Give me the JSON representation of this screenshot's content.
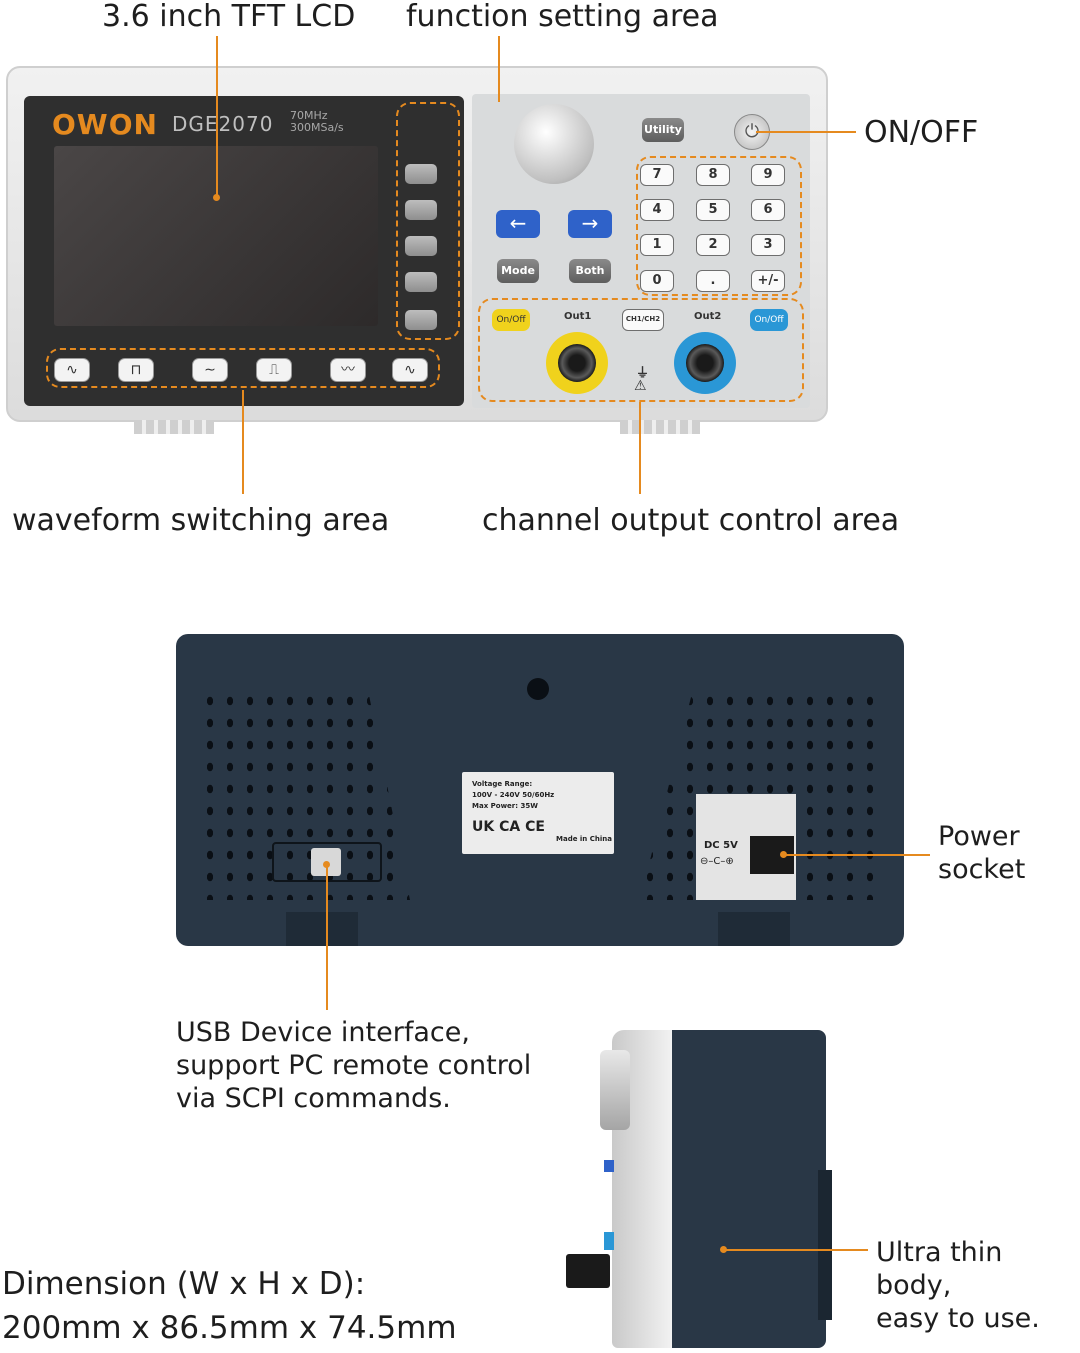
{
  "callouts": {
    "lcd": "3.6 inch TFT LCD",
    "function_area": "function setting area",
    "on_off": "ON/OFF",
    "waveform_area": "waveform switching area",
    "channel_area": "channel output control area",
    "power_socket": "Power\nsocket",
    "usb": "USB Device interface,\nsupport PC remote control\nvia SCPI commands.",
    "thin_body": "Ultra thin body,\neasy to use.",
    "dimension": "Dimension (W x H x D):\n200mm x 86.5mm x 74.5mm"
  },
  "device": {
    "brand": "OWON",
    "model": "DGE2070",
    "spec": "70MHz\n300MSa/s"
  },
  "keys": {
    "utility": "Utility",
    "mode": "Mode",
    "both": "Both",
    "numpad": [
      "7",
      "8",
      "9",
      "4",
      "5",
      "6",
      "1",
      "2",
      "3",
      "0",
      ".",
      "+/-"
    ],
    "left_arrow": "←",
    "right_arrow": "→",
    "ch1_onoff": "On/Off",
    "ch2_onoff": "On/Off",
    "ch_switch": "CH1/CH2",
    "out1": "Out1",
    "out2": "Out2",
    "power_symbol": "⏻",
    "ground_symbol": "⏚",
    "warning_symbol": "⚠",
    "waveforms": [
      "∿",
      "⊓",
      "∼",
      "⎍",
      "〰",
      "∿"
    ]
  },
  "rear_label": {
    "voltage_range": "Voltage Range:",
    "voltage_value": "100V - 240V   50/60Hz",
    "max_power": "Max Power: 35W",
    "marks": "UK CA  CE",
    "made_in": "Made in China",
    "dc": "DC 5V",
    "dc_symbol": "⊖–C–⊕"
  },
  "colors": {
    "accent": "#e58a1f",
    "rear_body": "#293746",
    "ch1": "#f0d21c",
    "ch2": "#2a97d6",
    "arrow_key": "#2f62c9"
  }
}
